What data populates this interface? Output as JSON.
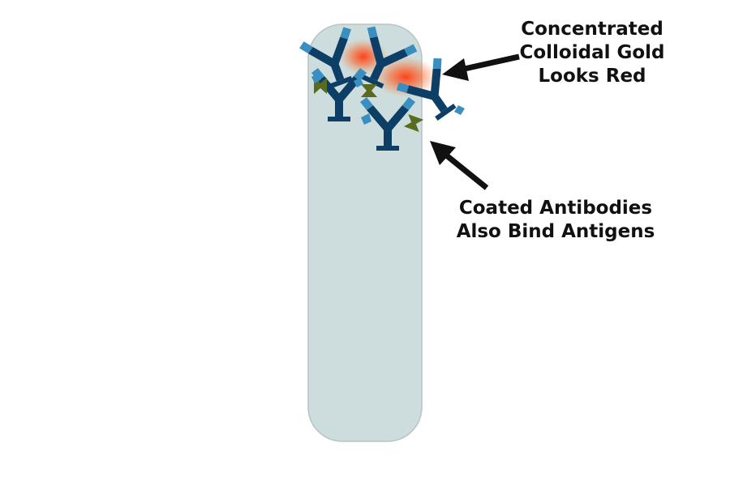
{
  "labels": {
    "gold": [
      "Concentrated",
      "Colloidal Gold",
      "Looks Red"
    ],
    "antibodies": [
      "Coated Antibodies",
      "Also Bind Antigens"
    ]
  },
  "colors": {
    "strip_fill": "#cddcdc",
    "strip_stroke": "#b5c4c4",
    "antibody_dark": "#0d3f66",
    "antibody_light": "#3a8fc0",
    "antigen": "#5a6a1e",
    "gold_glow": "#ff4a1a",
    "arrow": "#111111"
  },
  "icons": [
    "antibody-icon",
    "antigen-icon",
    "colloidal-gold-glow",
    "arrow-icon"
  ]
}
